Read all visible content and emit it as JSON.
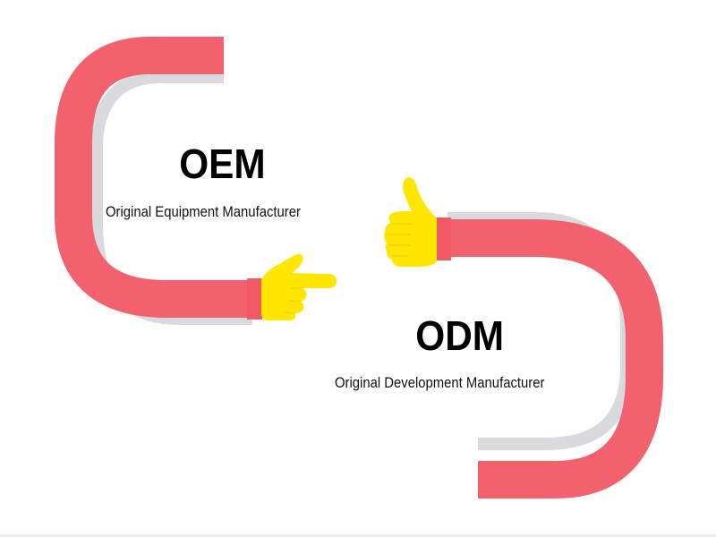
{
  "oem": {
    "acronym": "OEM",
    "full_name": "Original Equipment Manufacturer"
  },
  "odm": {
    "acronym": "ODM",
    "full_name": "Original Development Manufacturer"
  },
  "colors": {
    "arm": "#f2616d",
    "arm_shadow": "#d8dade",
    "hand": "#ffe600",
    "hand_shade": "#f2d800",
    "text": "#000000",
    "background": "#ffffff"
  },
  "icons": {
    "left_hand": "pointing-hand-icon",
    "right_hand": "thumbs-up-icon"
  }
}
